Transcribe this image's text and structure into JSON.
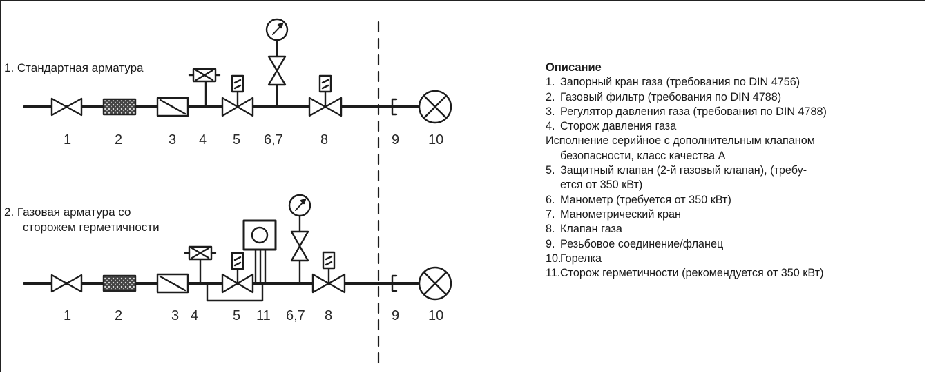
{
  "diagram": {
    "scheme1": {
      "label": "1.  Стандартная арматура",
      "numbers": [
        "1",
        "2",
        "3",
        "4",
        "5",
        "6,7",
        "8",
        "9",
        "10"
      ]
    },
    "scheme2": {
      "label_line1": "2.  Газовая арматура со",
      "label_line2": "сторожем герметичности",
      "numbers": [
        "1",
        "2",
        "3",
        "4",
        "5",
        "11",
        "6,7",
        "8",
        "9",
        "10"
      ]
    }
  },
  "legend": {
    "title": "Описание",
    "items_a": [
      {
        "n": "1.",
        "t": "Запорный кран газа (требования по DIN 4756)"
      },
      {
        "n": "2.",
        "t": "Газовый фильтр (требования по DIN 4788)"
      },
      {
        "n": "3.",
        "t": "Регулятор давления газа (требования по DIN 4788)"
      },
      {
        "n": "4.",
        "t": "Сторож давления газа"
      }
    ],
    "note_line1": "Исполнение серийное с дополнительным клапаном",
    "note_line2": "безопасности, класс качества А",
    "items_b": [
      {
        "n": "5.",
        "t": "Защитный клапан (2-й газовый клапан), (требу-"
      },
      {
        "n": "",
        "t": "ется от 350 кВт)"
      },
      {
        "n": "6.",
        "t": "Манометр (требуется от 350 кВт)"
      },
      {
        "n": "7.",
        "t": "Манометрический кран"
      },
      {
        "n": "8.",
        "t": "Клапан газа"
      },
      {
        "n": "9.",
        "t": "Резьбовое соединение/фланец"
      },
      {
        "n": "10.",
        "t": "Горелка"
      },
      {
        "n": "11.",
        "t": "Сторож герметичности (рекомендуется от 350 кВт)"
      }
    ]
  }
}
